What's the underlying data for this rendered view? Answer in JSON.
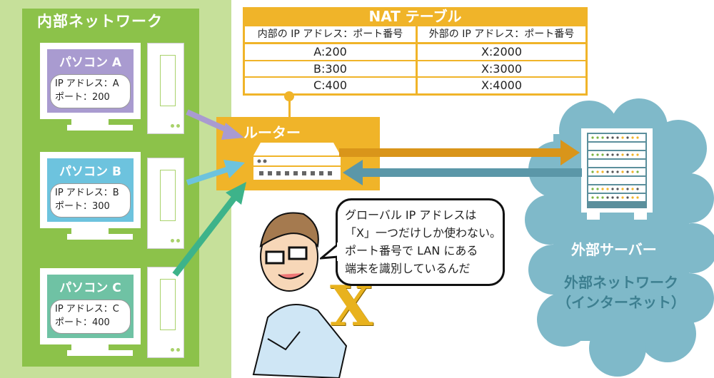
{
  "internal_network": {
    "title": "内部ネットワーク",
    "pcs": [
      {
        "name": "パソコン A",
        "ip_line": "IP アドレス：A",
        "port_line": "ポート：200",
        "color": "#a99bd0"
      },
      {
        "name": "パソコン B",
        "ip_line": "IP アドレス：B",
        "port_line": "ポート：300",
        "color": "#6dc3de"
      },
      {
        "name": "パソコン C",
        "ip_line": "IP アドレス：C",
        "port_line": "ポート：400",
        "color": "#6fc2a4"
      }
    ]
  },
  "nat_table": {
    "title": "NAT テーブル",
    "headers": [
      "内部の IP アドレス：ポート番号",
      "外部の IP アドレス：ポート番号"
    ],
    "rows": [
      [
        "A:200",
        "X:2000"
      ],
      [
        "B:300",
        "X:3000"
      ],
      [
        "C:400",
        "X:4000"
      ]
    ],
    "color": "#f0b429"
  },
  "router": {
    "label": "ルーター"
  },
  "speech": {
    "lines": [
      "グローバル IP アドレスは",
      "「X」一つだけしか使わない。",
      "ポート番号で LAN にある",
      "端末を識別しているんだ"
    ],
    "held_letter": "X"
  },
  "external": {
    "server_label": "外部サーバー",
    "network_label_line1": "外部ネットワーク",
    "network_label_line2": "（インターネット）",
    "cloud_color": "#7fb9c9"
  },
  "colors": {
    "lan_outer": "#c6e09a",
    "lan_inner": "#8cc24a",
    "arrow_out": "#d9951a",
    "arrow_in": "#5b97a8"
  }
}
